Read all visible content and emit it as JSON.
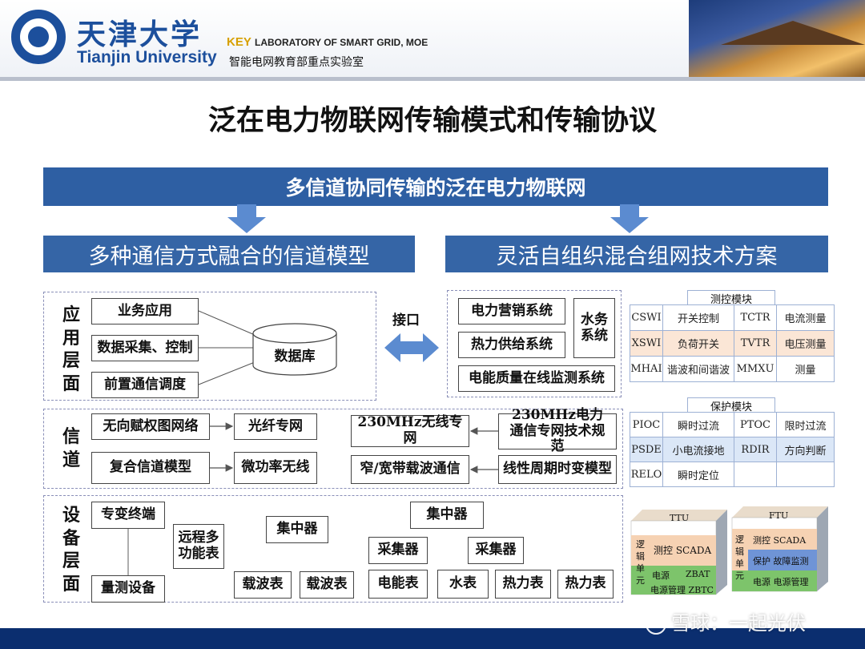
{
  "header": {
    "university_cn": "天津大学",
    "university_en": "Tianjin University",
    "lab_key": "KEY",
    "lab_en": "LABORATORY OF SMART GRID, MOE",
    "lab_cn": "智能电网教育部重点实验室"
  },
  "title": "泛在电力物联网传输模式和传输协议",
  "banner": "多信道协同传输的泛在电力物联网",
  "left_heading": "多种通信方式融合的信道模型",
  "right_heading": "灵活自组织混合组网技术方案",
  "app_layer": {
    "label": [
      "应",
      "用",
      "层",
      "面"
    ],
    "items": [
      "业务应用",
      "数据采集、控制",
      "前置通信调度"
    ],
    "database": "数据库"
  },
  "interface": "接口",
  "systems": {
    "marketing": "电力营销系统",
    "heat": "热力供给系统",
    "water": "水务系统",
    "quality": "电能质量在线监测系统"
  },
  "channel": {
    "label": [
      "信",
      "道"
    ],
    "items": [
      "无向赋权图网络",
      "光纤专网",
      "复合信道模型",
      "微功率无线",
      "230MHz无线专网",
      "230MHz电力通信专网技术规范",
      "窄/宽带载波通信",
      "线性周期时变模型"
    ]
  },
  "device": {
    "label": [
      "设",
      "备",
      "层",
      "面"
    ],
    "terminal": "专变终端",
    "measure": "量测设备",
    "multi_meter": "远程多功能表",
    "concentrator_left": "集中器",
    "concentrator_right": "集中器",
    "collector1": "采集器",
    "collector2": "采集器",
    "carrier1": "载波表",
    "carrier2": "载波表",
    "energy_meter": "电能表",
    "water_meter": "水表",
    "heat_meter1": "热力表",
    "heat_meter2": "热力表"
  },
  "measure_module": {
    "title": "测控模块",
    "rows": [
      [
        "CSWI",
        "开关控制",
        "TCTR",
        "电流测量"
      ],
      [
        "XSWI",
        "负荷开关",
        "TVTR",
        "电压测量"
      ],
      [
        "MHAI",
        "谐波和间谐波",
        "MMXU",
        "测量"
      ]
    ]
  },
  "protect_module": {
    "title": "保护模块",
    "rows": [
      [
        "PIOC",
        "瞬时过流",
        "PTOC",
        "限时过流"
      ],
      [
        "PSDE",
        "小电流接地",
        "RDIR",
        "方向判断"
      ],
      [
        "RELO",
        "瞬时定位",
        "",
        ""
      ]
    ]
  },
  "ttu": {
    "title": "TTU",
    "side": "逻辑单元",
    "row1": "测控  SCADA",
    "row2a": "电源",
    "row2b": "ZBAT",
    "row3": "电源管理 ZBTC"
  },
  "ftu": {
    "title": "FTU",
    "side": "逻辑单元",
    "row1": "测控 SCADA",
    "row2": "保护 故障监测",
    "row3": "电源 电源管理"
  },
  "watermark": "雪球：一起光伏",
  "colors": {
    "navy": "#0b2e6f",
    "banner_blue": "#2e5fa3",
    "heading_blue": "#3565a6",
    "arrow_blue": "#5b8bd0"
  }
}
